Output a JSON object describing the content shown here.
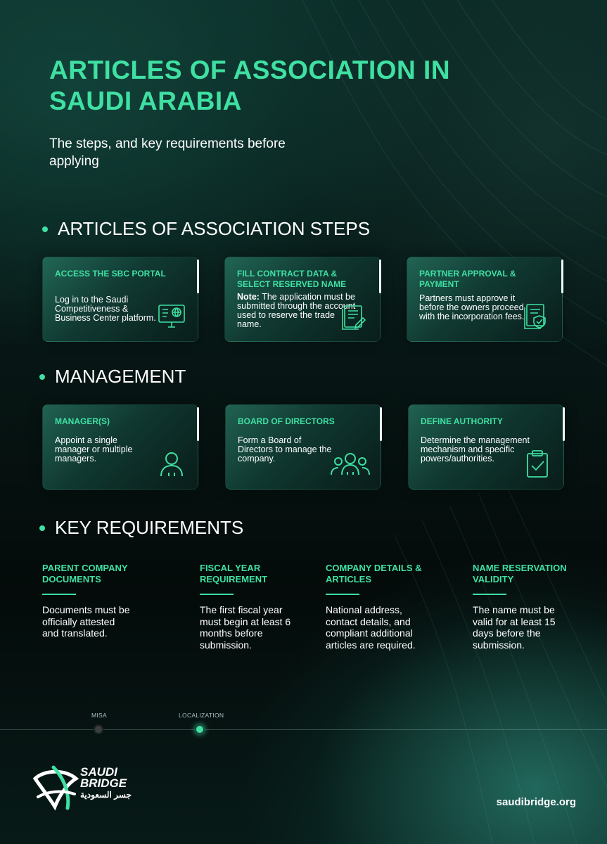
{
  "header": {
    "title": "ARTICLES OF ASSOCIATION IN SAUDI ARABIA",
    "subtitle": "The steps, and key requirements before applying"
  },
  "colors": {
    "accent": "#3fe0a2",
    "background": "#05100e",
    "text": "#ffffff"
  },
  "steps_section": {
    "heading": "ARTICLES OF ASSOCIATION STEPS",
    "cards": [
      {
        "title": "ACCESS THE SBC PORTAL",
        "text": "Log in to the Saudi Competitiveness & Business Center platform.",
        "icon": "computer-network-icon"
      },
      {
        "title": "FILL CONTRACT DATA & SELECT RESERVED NAME",
        "note_label": "Note:",
        "text": "The application must be submitted through the account used to reserve the trade name.",
        "icon": "document-edit-icon"
      },
      {
        "title": "PARTNER APPROVAL & PAYMENT",
        "text": "Partners must approve it before the owners proceed with the incorporation fees.",
        "icon": "document-shield-icon"
      }
    ]
  },
  "management_section": {
    "heading": "MANAGEMENT",
    "cards": [
      {
        "title": "MANAGER(S)",
        "text": "Appoint a single manager or multiple managers.",
        "icon": "person-icon"
      },
      {
        "title": "BOARD OF DIRECTORS",
        "text": "Form a Board of Directors to manage the company.",
        "icon": "group-icon"
      },
      {
        "title": "DEFINE AUTHORITY",
        "text": "Determine the management mechanism and specific powers/authorities.",
        "icon": "clipboard-check-icon"
      }
    ]
  },
  "requirements_section": {
    "heading": "KEY REQUIREMENTS",
    "items": [
      {
        "title": "PARENT COMPANY DOCUMENTS",
        "text": "Documents must be officially attested and translated."
      },
      {
        "title": "FISCAL YEAR REQUIREMENT",
        "text": "The first fiscal year must begin at least 6 months before submission."
      },
      {
        "title": "COMPANY DETAILS & ARTICLES",
        "text": "National address, contact details, and compliant additional articles are required."
      },
      {
        "title": "NAME RESERVATION VALIDITY",
        "text": "The name must be valid for at least 15 days before the submission."
      }
    ]
  },
  "timeline": {
    "items": [
      {
        "label": "MISA",
        "active": false
      },
      {
        "label": "LOCALIZATION",
        "active": true
      }
    ]
  },
  "footer": {
    "logo_line1": "SAUDI",
    "logo_line2": "BRIDGE",
    "logo_arabic": "جسر السعودية",
    "website": "saudibridge.org"
  }
}
